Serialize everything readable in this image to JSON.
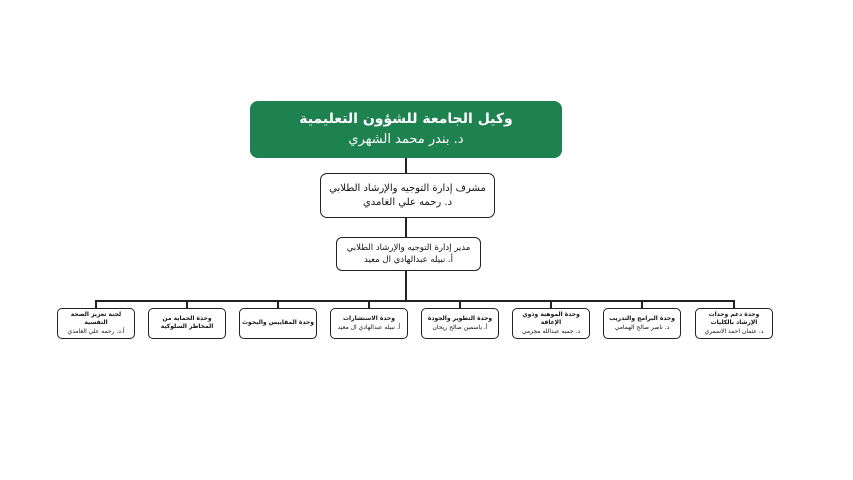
{
  "colors": {
    "accent": "#1e8150",
    "line": "#222222",
    "border": "#222222"
  },
  "top": {
    "title": "وكيل الجامعة للشؤون التعليمية",
    "name": "د. بندر محمد الشهري"
  },
  "supervisor": {
    "title": "مشرف إدارة التوجيه والإرشاد الطلابي",
    "name": "د. رحمه علي الغامدي"
  },
  "director": {
    "title": "مدير إدارة التوجيه والإرشاد الطلابي",
    "name": "أ. نبيله عبدالهادي ال معيد"
  },
  "units": [
    {
      "title": "وحدة دعم وحدات الإرشاد بالكليات",
      "name": "د. عثمان احمد الاسمري"
    },
    {
      "title": "وحدة البرامج والتدريب",
      "name": "د. ناصر صالح الهمامي"
    },
    {
      "title": "وحدة الموهبة وذوي الإعاقة",
      "name": "د. جميه عبدالله مجرمي"
    },
    {
      "title": "وحدة التطوير والجودة",
      "name": "أ. ياسمين صالح ريحان"
    },
    {
      "title": "وحدة الاستشارات",
      "name": "أ. نبيله عبدالهادي ال معيد"
    },
    {
      "title": "وحدة المقاييس والبحوث",
      "name": ""
    },
    {
      "title": "وحدة الحماية من المخاطر السلوكية",
      "name": ""
    },
    {
      "title": "لجنة تعزيز الصحة النفسية",
      "name": "أ.د. رحمه علي الغامدي"
    }
  ]
}
